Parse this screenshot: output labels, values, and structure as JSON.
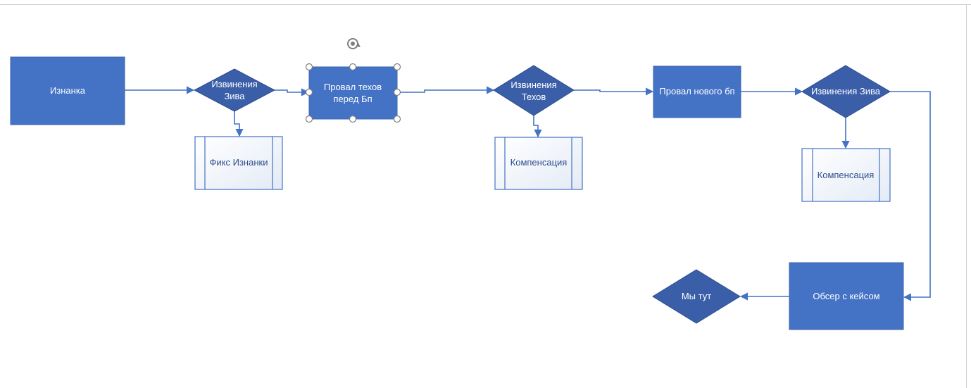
{
  "colors": {
    "process_fill": "#4472c4",
    "decision_fill": "#3a5ea8",
    "connector": "#4472c4",
    "subprocess_border": "#4472c4",
    "subprocess_text": "#2f4f8f"
  },
  "nodes": {
    "iznanka": "Изнанка",
    "izvineniya_ziva_1_line1": "Извинения",
    "izvineniya_ziva_1_line2": "Зива",
    "fiks_iznanki": "Фикс Изнанки",
    "proval_tehov_line1": "Провал техов",
    "proval_tehov_line2": "перед Бп",
    "izvineniya_tehov_line1": "Извинения",
    "izvineniya_tehov_line2": "Техов",
    "kompensaciya_1": "Компенсация",
    "proval_novogo_bp": "Провал нового бп",
    "izvineniya_ziva_2": "Извинения Зива",
    "kompensaciya_2": "Компенсация",
    "obser_s_keysom": "Обсер с кейсом",
    "my_tut": "Мы тут"
  },
  "selection": {
    "rotate_handle_icon": "rotate-icon"
  }
}
